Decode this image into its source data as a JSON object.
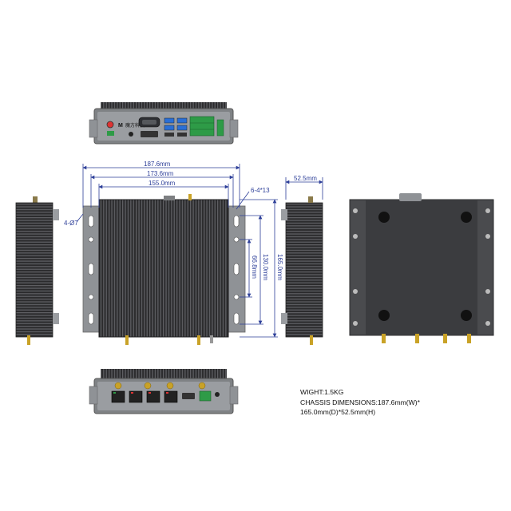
{
  "dimensions": {
    "overall_width": "187.6mm",
    "body_width": "173.6mm",
    "inner_width": "155.0mm",
    "depth": "165.0mm",
    "mount_spacing": "130.0mm",
    "inner_mount_spacing": "66.8mm",
    "height": "52.5mm",
    "mount_slot": "6-4*13",
    "mount_hole": "4-Ø7"
  },
  "front_panel": {
    "logo_text": "魔方科技"
  },
  "specs": {
    "weight": "WIGHT:1.5KG",
    "chassis_line1": "CHASSIS DIMENSIONS:187.6mm(W)*",
    "chassis_line2": "165.0mm(D)*52.5mm(H)"
  },
  "colors": {
    "dimension_line": "#2d3f99",
    "chassis_dark": "#3a3a3c",
    "chassis_gray": "#8f9296",
    "antenna_gold": "#c9a227",
    "terminal_green": "#2e9b47",
    "usb_blue": "#2a6fd6"
  }
}
